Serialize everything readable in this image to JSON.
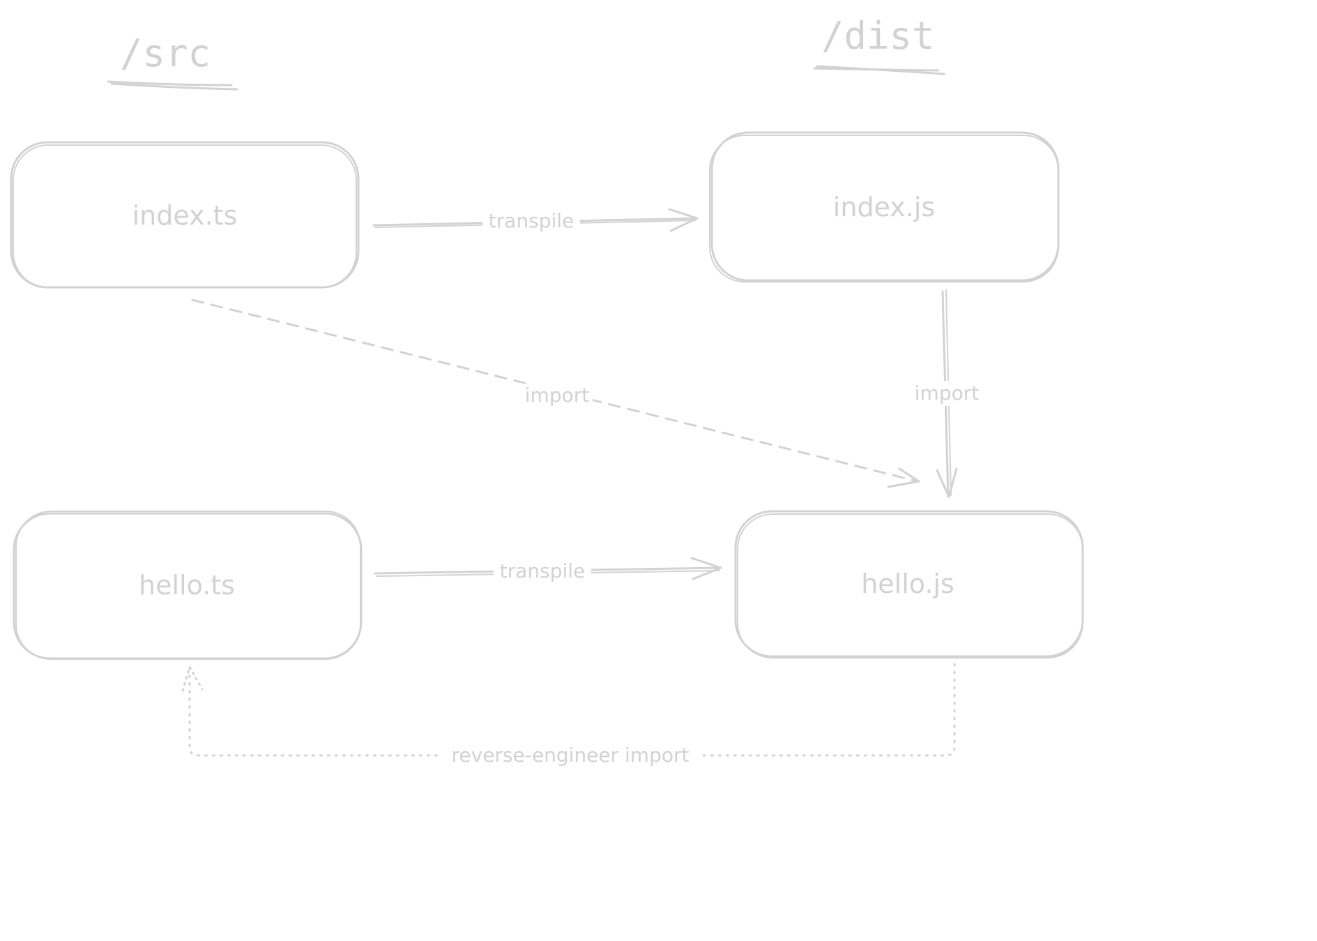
{
  "columns": {
    "src": "/src",
    "dist": "/dist"
  },
  "nodes": {
    "index_ts": "index.ts",
    "index_js": "index.js",
    "hello_ts": "hello.ts",
    "hello_js": "hello.js"
  },
  "edges": {
    "transpile_index": "transpile",
    "transpile_hello": "transpile",
    "import_ts_to_js": "import",
    "import_index_js": "import",
    "reverse_import": "reverse-engineer import"
  },
  "colors": {
    "stroke": "#d2d2d2",
    "background": "#ffffff"
  }
}
